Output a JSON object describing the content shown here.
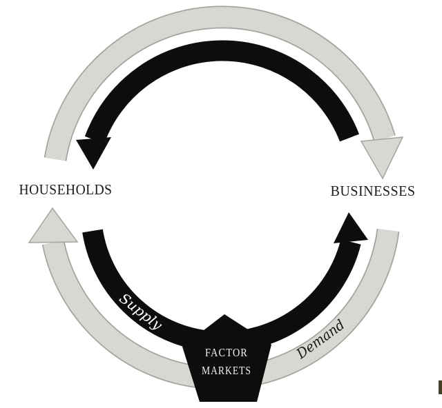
{
  "page": {
    "background": "#ffffff"
  },
  "diagram": {
    "type": "circular-flow-diagram",
    "nodes": {
      "households": {
        "label": "HOUSEHOLDS",
        "color": "#1c1a18"
      },
      "businesses": {
        "label": "BUSINESSES",
        "color": "#1c1a18"
      },
      "factor_markets": {
        "line1": "FACTOR",
        "line2": "MARKETS",
        "text_color": "#f2f2f0",
        "fill": "#0d0d0c"
      }
    },
    "flow_labels": {
      "supply": {
        "label": "Supply",
        "color": "#ffffff"
      },
      "demand": {
        "label": "Demand",
        "color": "#181614"
      }
    },
    "arrows": {
      "outer_top": {
        "semantic": "gray-arc-arrow-top-households-to-businesses",
        "fill": "#d8d7d2",
        "outline": "#a5a39c"
      },
      "inner_top": {
        "semantic": "black-arc-arrow-top-businesses-to-households",
        "fill": "#0d0d0c"
      },
      "outer_bottom": {
        "semantic": "gray-arc-arrow-bottom-businesses-to-households-via-factor-markets",
        "fill": "#d8d7d2",
        "outline": "#a5a39c"
      },
      "inner_bottom": {
        "semantic": "black-arc-arrow-bottom-households-to-businesses-via-factor-markets",
        "fill": "#0d0d0c"
      }
    },
    "edge_mark": {
      "color": "#433f2a"
    }
  }
}
